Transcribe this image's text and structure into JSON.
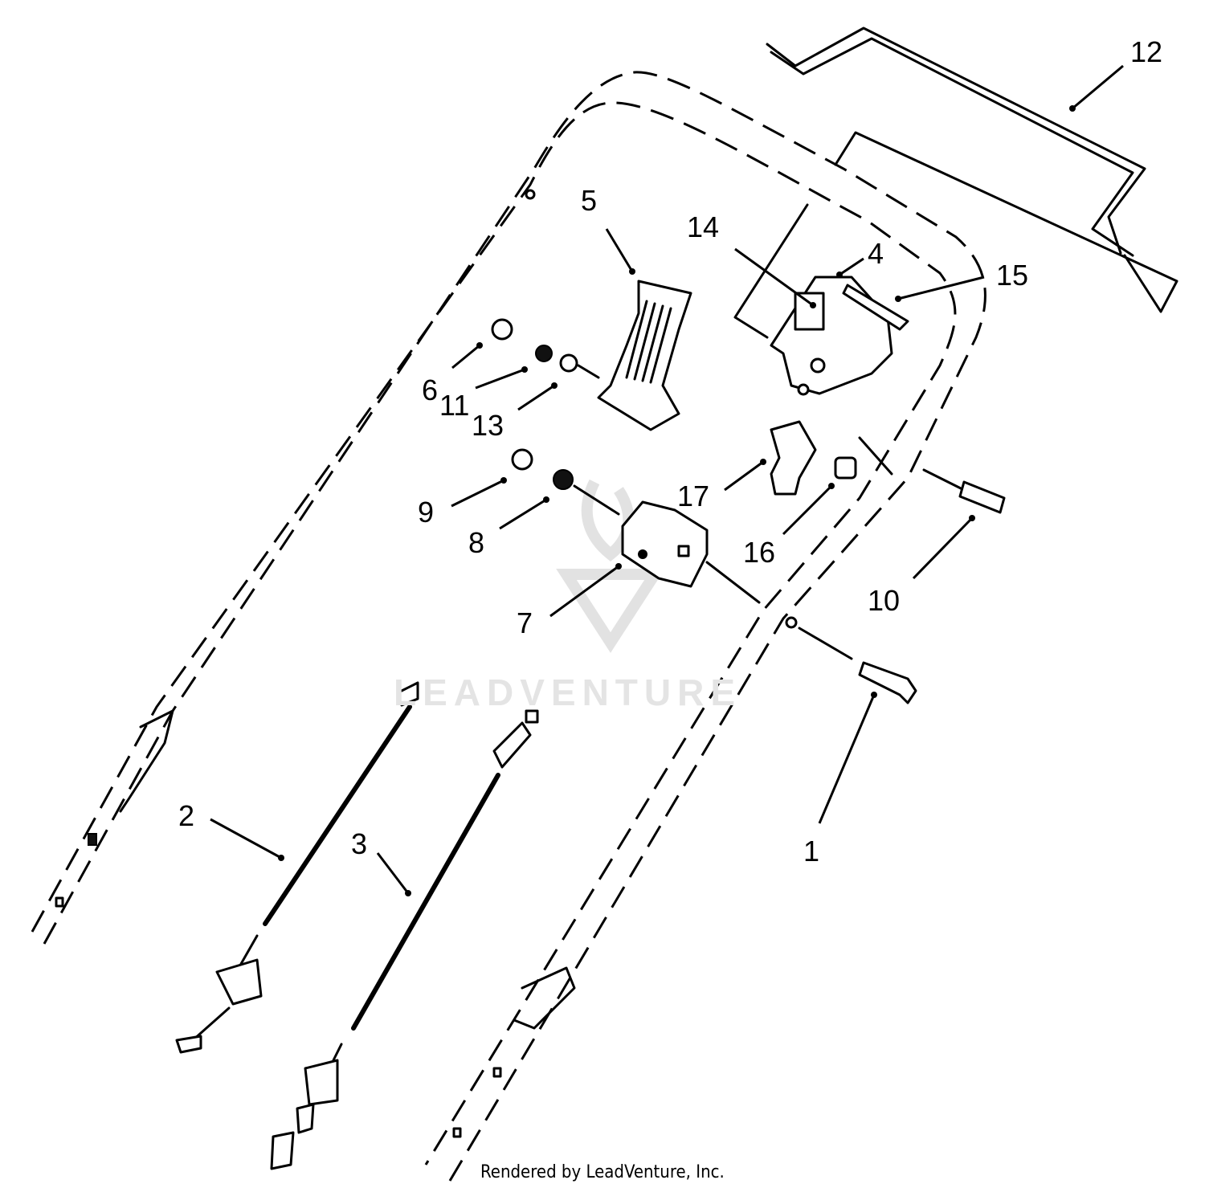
{
  "callouts": [
    {
      "id": "1",
      "label": "1"
    },
    {
      "id": "2",
      "label": "2"
    },
    {
      "id": "3",
      "label": "3"
    },
    {
      "id": "4",
      "label": "4"
    },
    {
      "id": "5",
      "label": "5"
    },
    {
      "id": "6",
      "label": "6"
    },
    {
      "id": "7",
      "label": "7"
    },
    {
      "id": "8",
      "label": "8"
    },
    {
      "id": "9",
      "label": "9"
    },
    {
      "id": "10",
      "label": "10"
    },
    {
      "id": "11",
      "label": "11"
    },
    {
      "id": "12",
      "label": "12"
    },
    {
      "id": "13",
      "label": "13"
    },
    {
      "id": "14",
      "label": "14"
    },
    {
      "id": "15",
      "label": "15"
    },
    {
      "id": "16",
      "label": "16"
    },
    {
      "id": "17",
      "label": "17"
    }
  ],
  "watermark": {
    "text": "LEADVENTURE"
  },
  "footer": {
    "text": "Rendered by LeadVenture, Inc."
  }
}
